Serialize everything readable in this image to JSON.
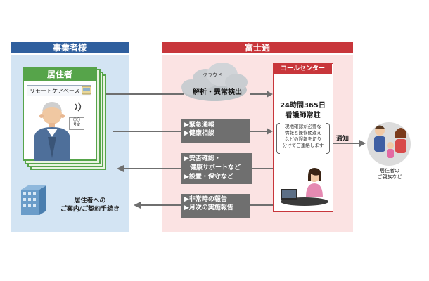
{
  "sections": {
    "left_header": "事業者様",
    "right_header": "富士通"
  },
  "resident": {
    "title": "居住者",
    "remote_care_base": "リモートケアベース",
    "door_tag_line1": "〇〇",
    "door_tag_line2": "号室"
  },
  "cloud": {
    "label": "クラウド",
    "sublabel": "解析・異常検出"
  },
  "call_center": {
    "title": "コールセンター",
    "main_line1": "24時間365日",
    "main_line2": "看護師常駐",
    "detail_line1": "現地確認が必要な",
    "detail_line2": "情報と操作間違え",
    "detail_line3": "などの誤報を切り",
    "detail_line4": "分けてご連絡します"
  },
  "flows": {
    "to_center_line1": "▶緊急通報",
    "to_center_line2": "▶健康相談",
    "from_center_line1": "▶安否確認・",
    "from_center_line2": "健康サポートなど",
    "from_center_line3": "▶設置・保守など",
    "report_line1": "▶非常時の報告",
    "report_line2": "▶月次の実施報告"
  },
  "notify": "通知",
  "family": {
    "line1": "居住者の",
    "line2": "ご親族など"
  },
  "operator": {
    "line1": "居住者への",
    "line2": "ご案内/ご契約手続き"
  },
  "colors": {
    "left_header": "#2f5f9e",
    "right_header": "#c8363b",
    "left_panel": "#d3e4f3",
    "right_panel": "#fbe3e3",
    "resident_green": "#56a44a",
    "arrow_grey": "#6f6f6f"
  }
}
